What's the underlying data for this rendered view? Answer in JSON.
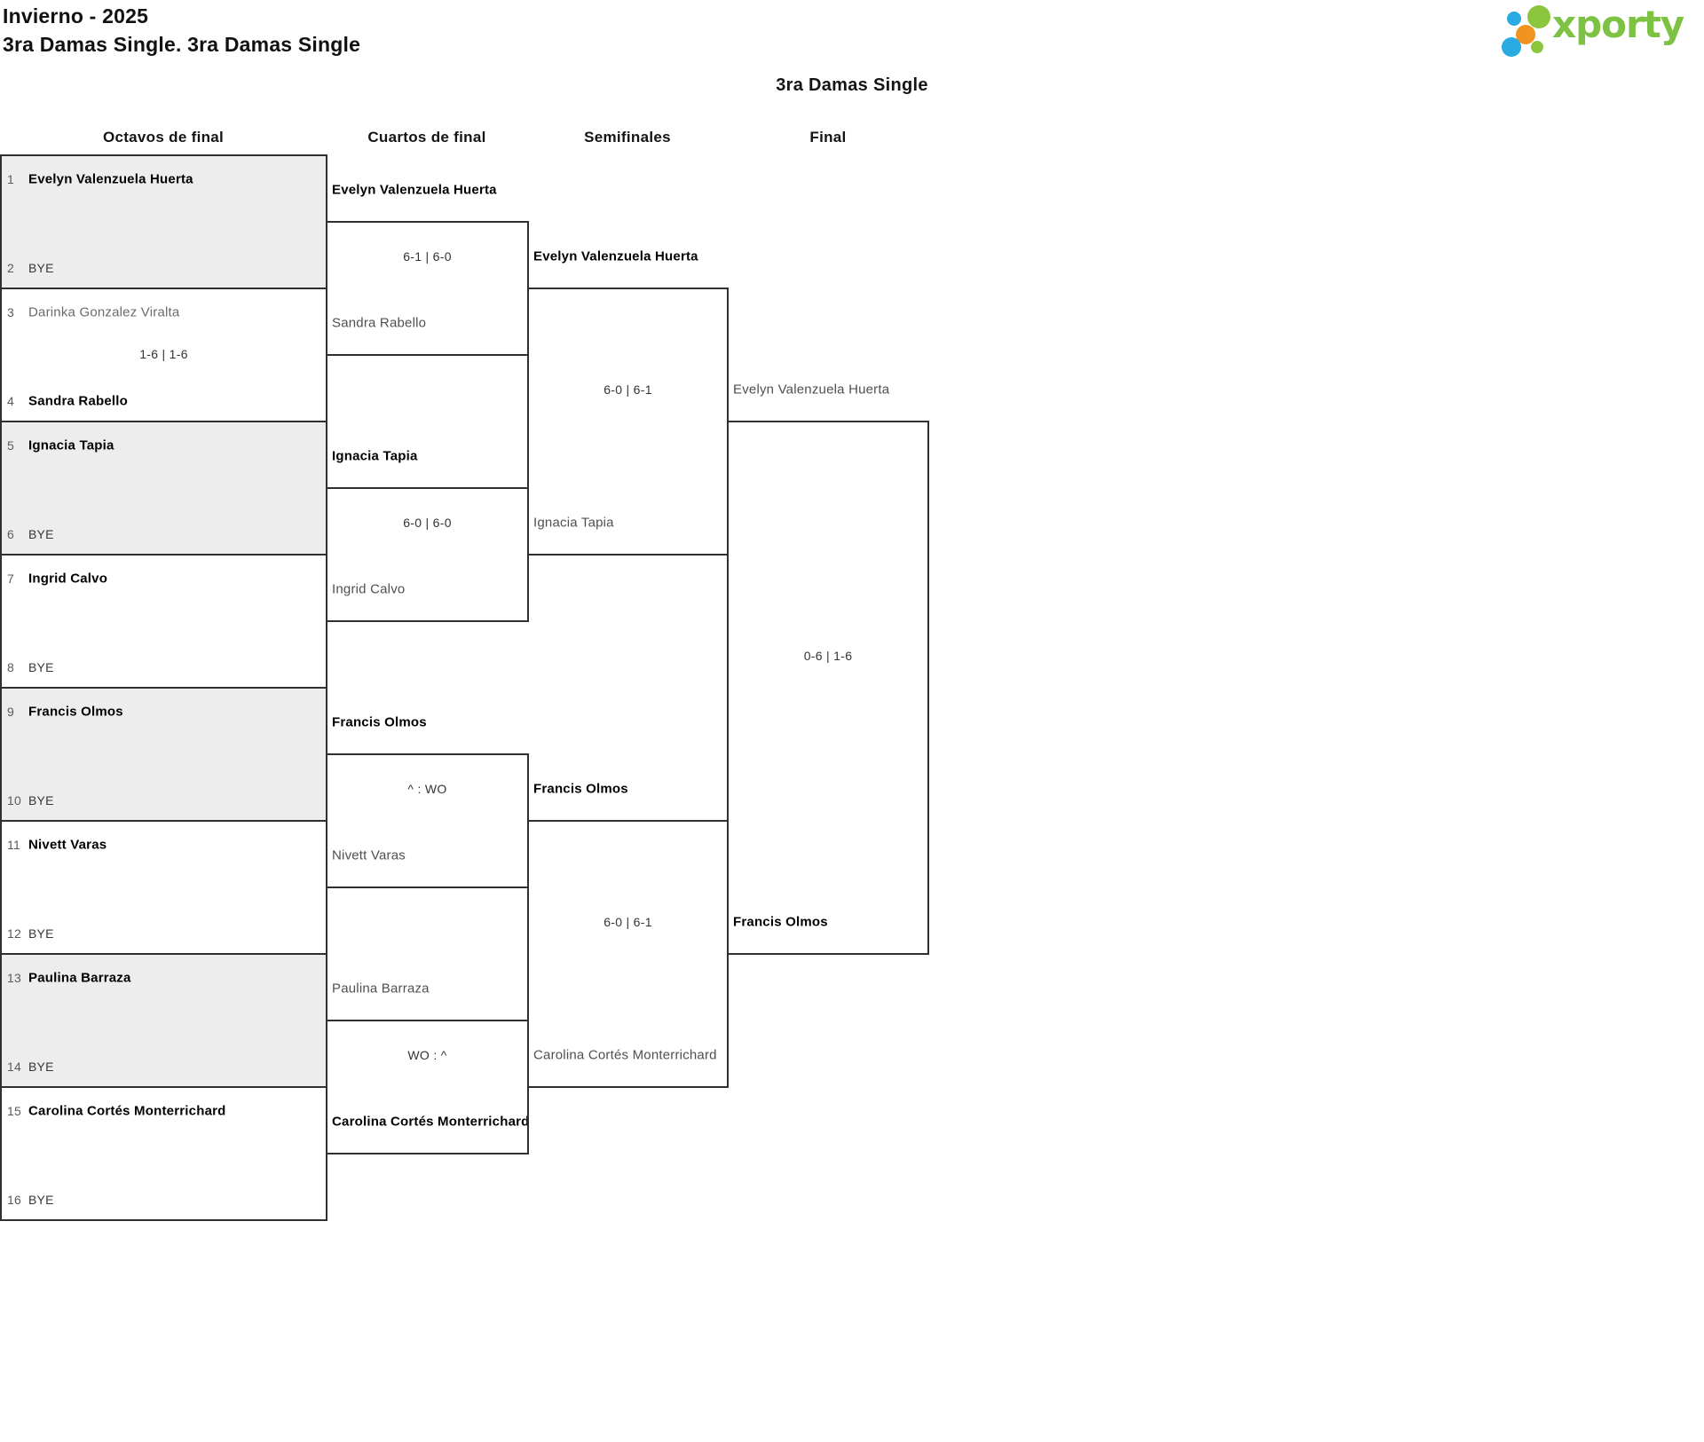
{
  "header": {
    "title": "Invierno - 2025",
    "subtitle": "3ra Damas Single. 3ra Damas Single",
    "logo_text": "xporty"
  },
  "bracket_title": "3ra Damas Single",
  "rounds": [
    "Octavos de final",
    "Cuartos de final",
    "Semifinales",
    "Final"
  ],
  "octavos": [
    {
      "seed_top": "1",
      "name_top": "Evelyn Valenzuela Huerta",
      "seed_bottom": "2",
      "name_bottom": "BYE",
      "score": ""
    },
    {
      "seed_top": "3",
      "name_top": "Darinka Gonzalez Viralta",
      "seed_bottom": "4",
      "name_bottom": "Sandra Rabello",
      "score": "1-6 | 1-6"
    },
    {
      "seed_top": "5",
      "name_top": "Ignacia Tapia",
      "seed_bottom": "6",
      "name_bottom": "BYE",
      "score": ""
    },
    {
      "seed_top": "7",
      "name_top": "Ingrid Calvo",
      "seed_bottom": "8",
      "name_bottom": "BYE",
      "score": ""
    },
    {
      "seed_top": "9",
      "name_top": "Francis Olmos",
      "seed_bottom": "10",
      "name_bottom": "BYE",
      "score": ""
    },
    {
      "seed_top": "11",
      "name_top": "Nivett Varas",
      "seed_bottom": "12",
      "name_bottom": "BYE",
      "score": ""
    },
    {
      "seed_top": "13",
      "name_top": "Paulina Barraza",
      "seed_bottom": "14",
      "name_bottom": "BYE",
      "score": ""
    },
    {
      "seed_top": "15",
      "name_top": "Carolina Cortés Monterrichard",
      "seed_bottom": "16",
      "name_bottom": "BYE",
      "score": ""
    }
  ],
  "cuartos": [
    {
      "top": "Evelyn Valenzuela Huerta",
      "score": "6-1 | 6-0",
      "bottom": "Sandra Rabello"
    },
    {
      "top": "Ignacia Tapia",
      "score": "6-0 | 6-0",
      "bottom": "Ingrid Calvo"
    },
    {
      "top": "Francis Olmos",
      "score": "^ : WO",
      "bottom": "Nivett Varas"
    },
    {
      "top": "Paulina Barraza",
      "score": "WO : ^",
      "bottom": "Carolina Cortés Monterrichard"
    }
  ],
  "semifinales": [
    {
      "top": "Evelyn Valenzuela Huerta",
      "score": "6-0 | 6-1",
      "bottom": "Ignacia Tapia"
    },
    {
      "top": "Francis Olmos",
      "score": "6-0 | 6-1",
      "bottom": "Carolina Cortés Monterrichard"
    }
  ],
  "final": {
    "top": "Evelyn Valenzuela Huerta",
    "score": "0-6 | 1-6",
    "bottom": "Francis Olmos"
  },
  "colors": {
    "logo_green": "#7dc242",
    "logo_blue": "#29abe2",
    "logo_orange": "#f0931f",
    "line": "#303030",
    "shaded_box": "#ededed"
  }
}
